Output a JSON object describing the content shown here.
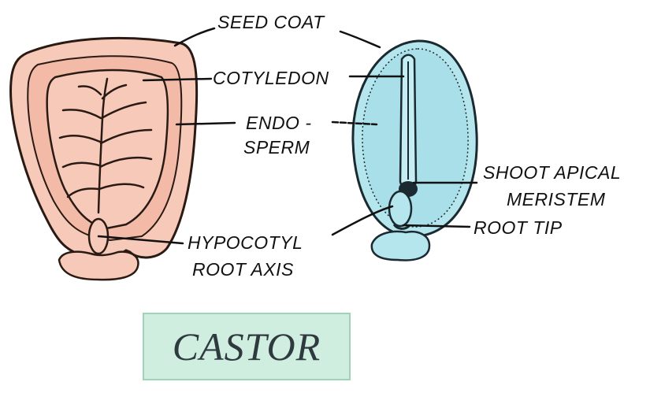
{
  "labels": {
    "seed_coat": "SEED COAT",
    "cotyledon": "COTYLEDON",
    "endo": "ENDO -",
    "sperm": "SPERM",
    "shoot_apical": "SHOOT APICAL",
    "meristem": "MERISTEM",
    "root_tip": "ROOT TIP",
    "hypocotyl": "HYPOCOTYL",
    "root_axis": "ROOT AXIS"
  },
  "title": "CASTOR",
  "colors": {
    "left_seed_fill": "#f7c9b8",
    "right_seed_fill": "#b5e6ee",
    "title_box_fill": "#cfeee0",
    "outline": "#2a1a14"
  }
}
